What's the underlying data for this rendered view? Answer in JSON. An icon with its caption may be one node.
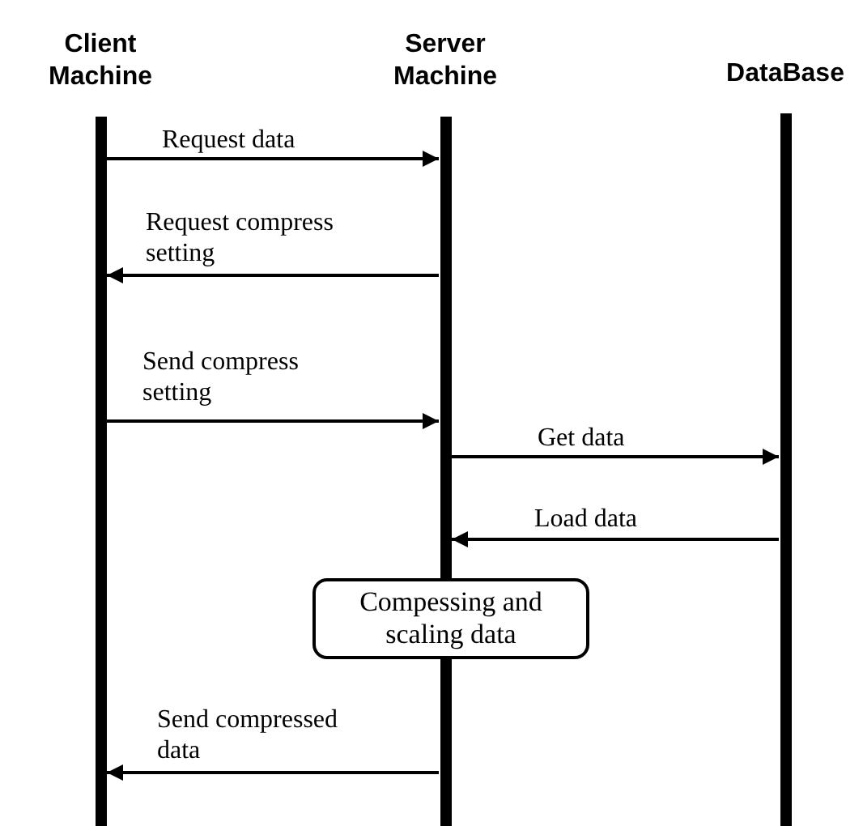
{
  "diagram": {
    "nodes": [
      {
        "text": [
          "Client Machine"
        ]
      },
      {
        "text": [
          "Server Machine"
        ]
      },
      {
        "text": [
          "DataBase"
        ]
      },
      {
        "text": [
          "Compessing and scaling data"
        ]
      }
    ],
    "edges": [
      {
        "from": 0,
        "to": 1,
        "arrow": "to",
        "label": "Request data"
      },
      {
        "from": 1,
        "to": 0,
        "arrow": "to",
        "label": "Request compress setting"
      },
      {
        "from": 0,
        "to": 1,
        "arrow": "to",
        "label": "Send compress setting"
      },
      {
        "from": 1,
        "to": 2,
        "arrow": "to",
        "label": "Get data"
      },
      {
        "from": 2,
        "to": 1,
        "arrow": "to",
        "label": "Load data"
      },
      {
        "from": 1,
        "to": 0,
        "arrow": "to",
        "label": "Send compressed data"
      }
    ]
  }
}
